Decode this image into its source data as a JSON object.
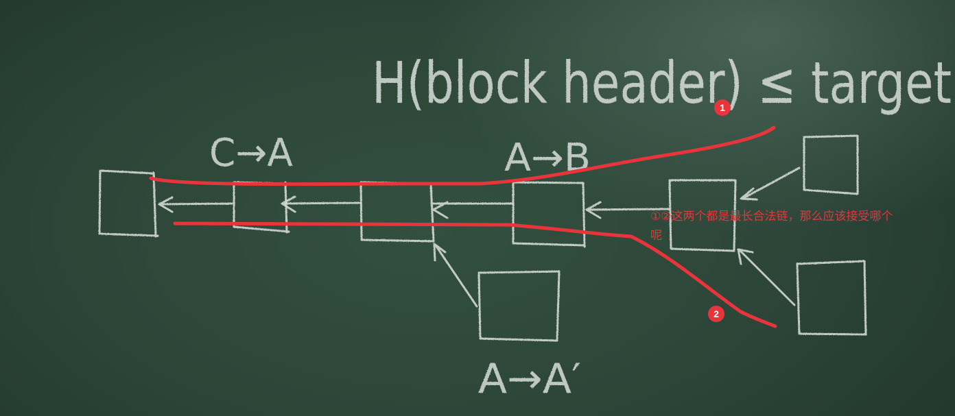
{
  "board": {
    "equation": "H(block header) ≤ target",
    "labels": {
      "c_to_a": "C→A",
      "a_to_b": "A→B",
      "a_to_a_prime": "A→A′"
    }
  },
  "annotations": {
    "badge_1": "1",
    "badge_2": "2",
    "note_line1": "①②这两个都是最长合法链，那么应该接受哪个",
    "note_line2": "呢"
  },
  "colors": {
    "board": "#2f473c",
    "chalk": "#d7ddd8",
    "annotation_red": "#e8353b"
  }
}
